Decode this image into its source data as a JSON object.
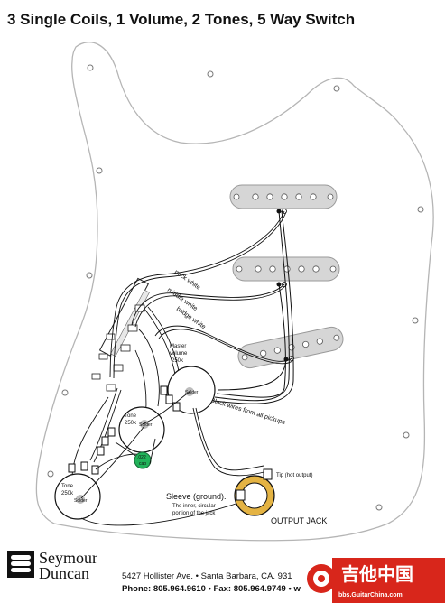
{
  "title": "3 Single Coils, 1 Volume, 2 Tones, 5 Way Switch",
  "wire_labels": {
    "neck": "neck white",
    "middle": "middle white",
    "bridge": "bridge white",
    "black": "Black wires from all pickups"
  },
  "pots": {
    "master_label_1": "Master",
    "master_label_2": "volume",
    "master_label_3": "250k",
    "tone1_label_1": "Tone",
    "tone1_label_2": "250k",
    "tone2_label_1": "Tone",
    "tone2_label_2": "250k",
    "solder": "Solder"
  },
  "cap": {
    "line1": ".022",
    "line2": "cap"
  },
  "jack": {
    "tip": "Tip (hot output)",
    "sleeve_1": "Sleeve (ground).",
    "sleeve_2": "The inner, circular",
    "sleeve_3": "portion of the jack",
    "output": "OUTPUT JACK"
  },
  "footer": {
    "brand_1": "Seymour",
    "brand_2": "Duncan",
    "address": "5427 Hollister Ave. • Santa Barbara, CA. 931",
    "phone": "Phone: 805.964.9610 • Fax: 805.964.9749 • w"
  },
  "watermark": {
    "chinese": "吉他中国",
    "url": "bbs.GuitarChina.com"
  },
  "colors": {
    "pickguard_stroke": "#b5b5b5",
    "pickup_fill": "#d6d6d6",
    "pot_fill": "#ffffff",
    "cap_fill": "#22b35a",
    "jack_ring": "#e4b343",
    "watermark_red": "#d8261b"
  }
}
